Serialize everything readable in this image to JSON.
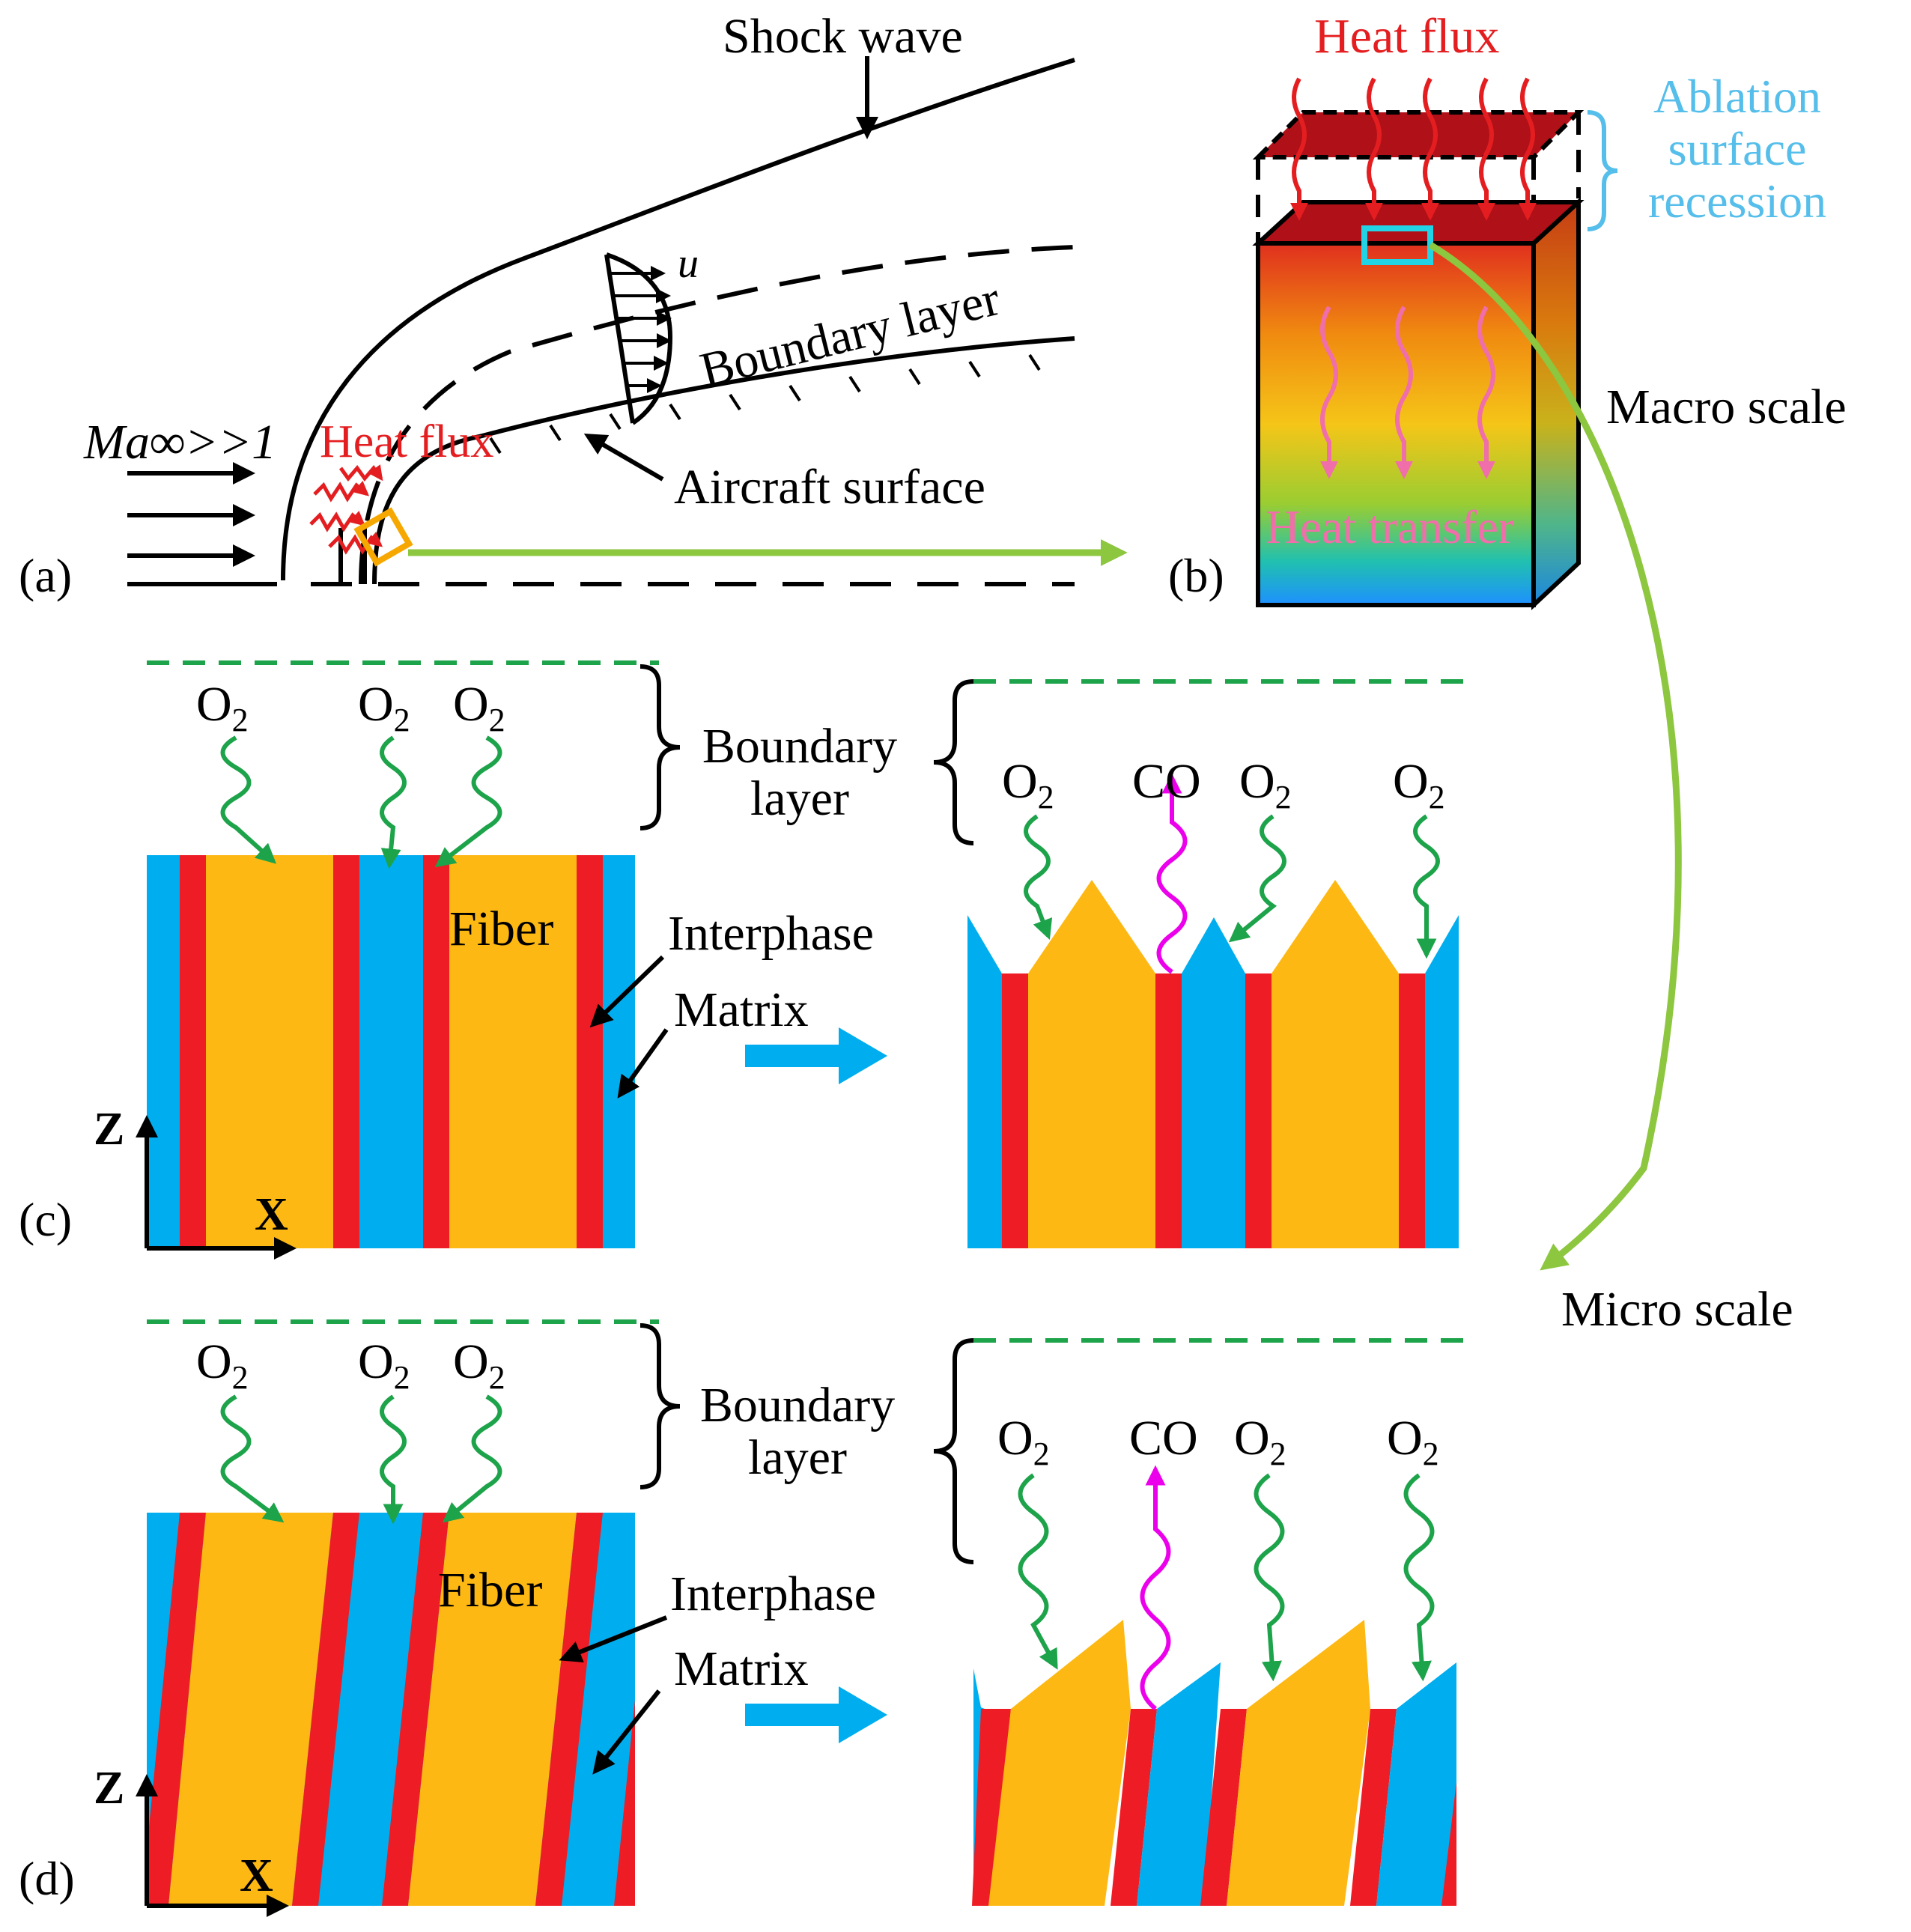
{
  "colors": {
    "matrix": "#00AEEF",
    "fiber": "#FDB813",
    "interphase": "#EE1C24",
    "heat_flux": "#E41E20",
    "heat_transfer": "#F06EAA",
    "o2_arrow": "#1DA34A",
    "co_arrow": "#EC00EC",
    "link_arrow": "#8DC63F",
    "boundary_dash": "#1DA34A",
    "ablation_label": "#55BEEA",
    "highlight_box_a": "#F7A800",
    "highlight_box_b": "#22D3E6",
    "big_arrow": "#00AEEF",
    "line": "#000000"
  },
  "panel_a": {
    "label": "(a)",
    "shock_wave": "Shock wave",
    "velocity": "u",
    "boundary_layer": "Boundary layer",
    "mach": "Ma∞>>1",
    "heat_flux": "Heat flux",
    "aircraft_surface": "Aircraft surface"
  },
  "panel_b": {
    "label": "(b)",
    "heat_flux": "Heat flux",
    "ablation_line1": "Ablation",
    "ablation_line2": "surface",
    "ablation_line3": "recession",
    "heat_transfer": "Heat transfer",
    "macro_scale": "Macro scale",
    "micro_scale": "Micro scale"
  },
  "panel_c": {
    "label": "(c)",
    "o2_base": "O",
    "o2_sub": "2",
    "co": "CO",
    "boundary_line1": "Boundary",
    "boundary_line2": "layer",
    "fiber": "Fiber",
    "interphase": "Interphase",
    "matrix": "Matrix",
    "axis_z": "Z",
    "axis_x": "X"
  },
  "panel_d": {
    "label": "(d)",
    "o2_base": "O",
    "o2_sub": "2",
    "co": "CO",
    "boundary_line1": "Boundary",
    "boundary_line2": "layer",
    "fiber": "Fiber",
    "interphase": "Interphase",
    "matrix": "Matrix",
    "axis_z": "Z",
    "axis_x": "X"
  }
}
